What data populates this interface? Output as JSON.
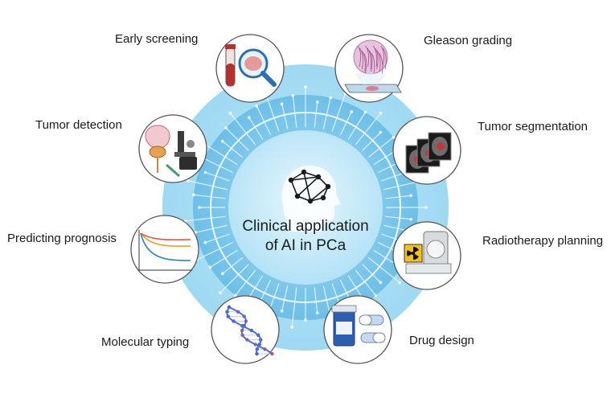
{
  "center": {
    "title_line1": "Clinical application",
    "title_line2": "of AI in PCa",
    "badge": "AI"
  },
  "applications": [
    {
      "id": "early-screening",
      "label": "Early screening",
      "icon": "blood-tube-magnifier-icon"
    },
    {
      "id": "gleason-grading",
      "label": "Gleason grading",
      "icon": "histology-slide-icon"
    },
    {
      "id": "tumor-segmentation",
      "label": "Tumor segmentation",
      "icon": "mri-slices-icon"
    },
    {
      "id": "radiotherapy-planning",
      "label": "Radiotherapy planning",
      "icon": "radiation-machine-icon"
    },
    {
      "id": "drug-design",
      "label": "Drug design",
      "icon": "pill-bottle-icon"
    },
    {
      "id": "molecular-typing",
      "label": "Molecular typing",
      "icon": "dna-helix-icon"
    },
    {
      "id": "predicting-prognosis",
      "label": "Predicting prognosis",
      "icon": "survival-curve-icon"
    },
    {
      "id": "tumor-detection",
      "label": "Tumor detection",
      "icon": "prostate-microscope-icon"
    }
  ],
  "colors": {
    "outer_ring": "#aee0f4",
    "mid_ring": "#7fc7ea",
    "inner_disc": "#c9ecf9",
    "circuit": "#e8f7fd",
    "node_border": "#555555"
  }
}
